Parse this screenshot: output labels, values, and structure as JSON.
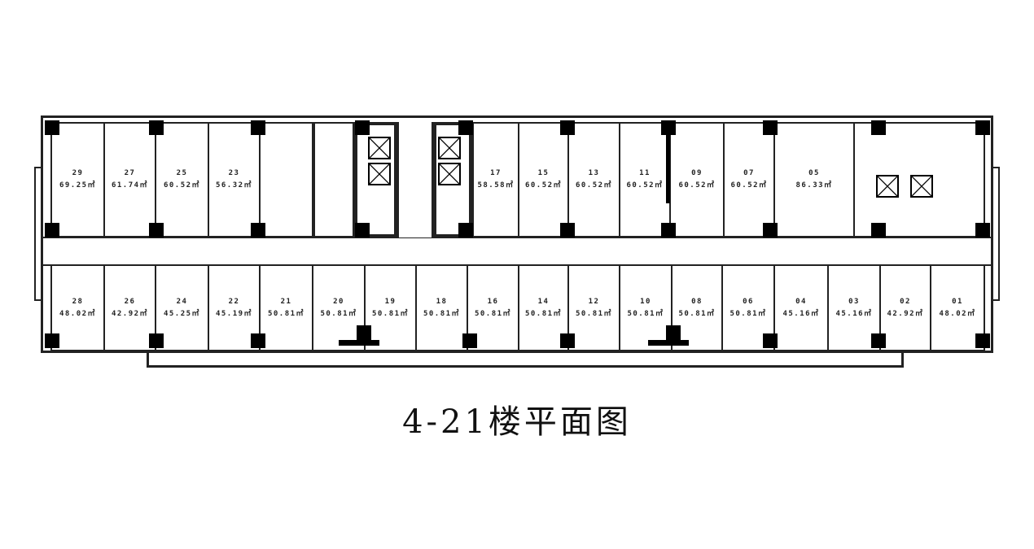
{
  "title": "4-21楼平面图",
  "area_unit": "㎡",
  "north_rooms": [
    {
      "number": "29",
      "area": "69.25㎡"
    },
    {
      "number": "27",
      "area": "61.74㎡"
    },
    {
      "number": "25",
      "area": "60.52㎡"
    },
    {
      "number": "23",
      "area": "56.32㎡"
    },
    {
      "number": "17",
      "area": "58.58㎡"
    },
    {
      "number": "15",
      "area": "60.52㎡"
    },
    {
      "number": "13",
      "area": "60.52㎡"
    },
    {
      "number": "11",
      "area": "60.52㎡"
    },
    {
      "number": "09",
      "area": "60.52㎡"
    },
    {
      "number": "07",
      "area": "60.52㎡"
    },
    {
      "number": "05",
      "area": "86.33㎡"
    }
  ],
  "south_rooms": [
    {
      "number": "28",
      "area": "48.02㎡"
    },
    {
      "number": "26",
      "area": "42.92㎡"
    },
    {
      "number": "24",
      "area": "45.25㎡"
    },
    {
      "number": "22",
      "area": "45.19㎡"
    },
    {
      "number": "21",
      "area": "50.81㎡"
    },
    {
      "number": "20",
      "area": "50.81㎡"
    },
    {
      "number": "19",
      "area": "50.81㎡"
    },
    {
      "number": "18",
      "area": "50.81㎡"
    },
    {
      "number": "16",
      "area": "50.81㎡"
    },
    {
      "number": "14",
      "area": "50.81㎡"
    },
    {
      "number": "12",
      "area": "50.81㎡"
    },
    {
      "number": "10",
      "area": "50.81㎡"
    },
    {
      "number": "08",
      "area": "50.81㎡"
    },
    {
      "number": "06",
      "area": "50.81㎡"
    },
    {
      "number": "04",
      "area": "45.16㎡"
    },
    {
      "number": "03",
      "area": "45.16㎡"
    },
    {
      "number": "02",
      "area": "42.92㎡"
    },
    {
      "number": "01",
      "area": "48.02㎡"
    }
  ]
}
